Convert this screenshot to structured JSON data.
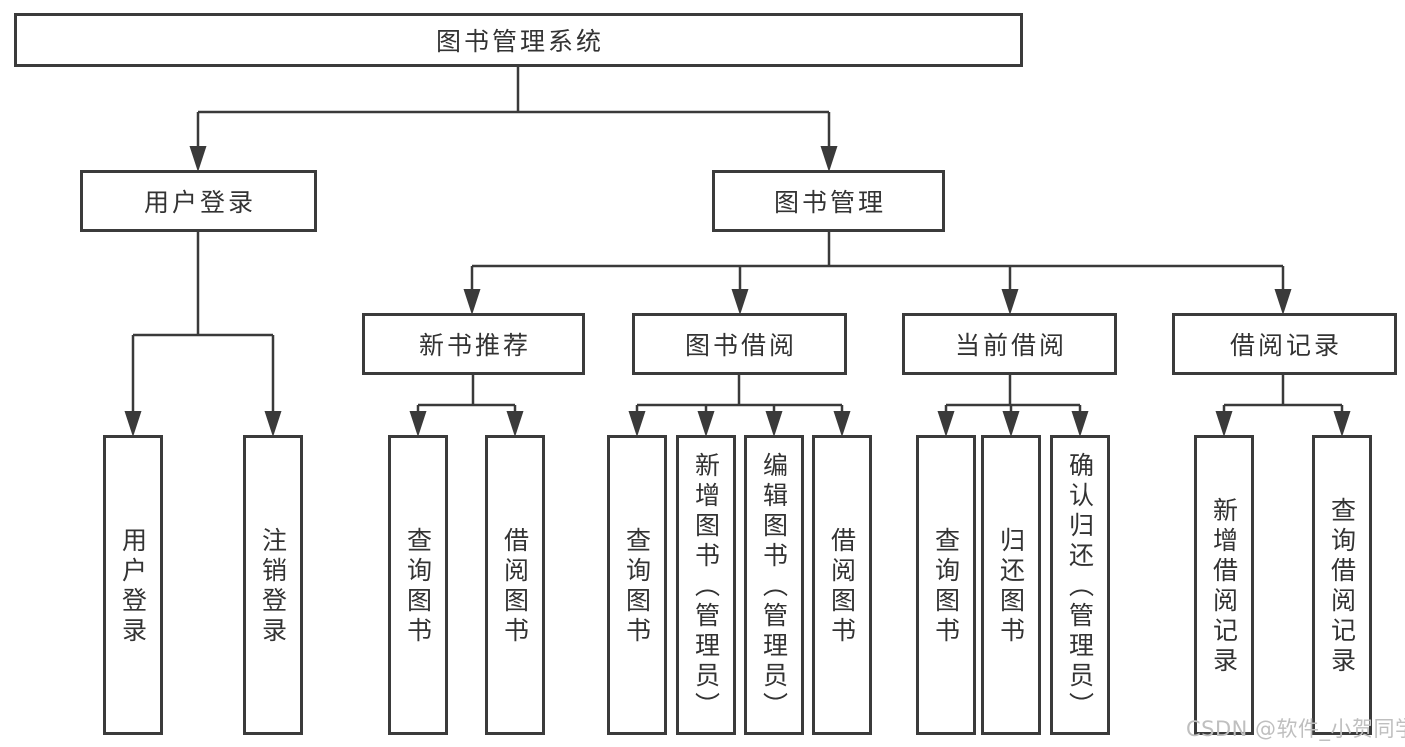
{
  "diagram": {
    "tree": {
      "label": "图书管理系统",
      "children": [
        {
          "label": "用户登录",
          "children": [
            {
              "label": "用户登录"
            },
            {
              "label": "注销登录"
            }
          ]
        },
        {
          "label": "图书管理",
          "children": [
            {
              "label": "新书推荐",
              "children": [
                {
                  "label": "查询图书"
                },
                {
                  "label": "借阅图书"
                }
              ]
            },
            {
              "label": "图书借阅",
              "children": [
                {
                  "label": "查询图书"
                },
                {
                  "label": "新增图书（管理员）"
                },
                {
                  "label": "编辑图书（管理员）"
                },
                {
                  "label": "借阅图书"
                }
              ]
            },
            {
              "label": "当前借阅",
              "children": [
                {
                  "label": "查询图书"
                },
                {
                  "label": "归还图书"
                },
                {
                  "label": "确认归还（管理员）"
                }
              ]
            },
            {
              "label": "借阅记录",
              "children": [
                {
                  "label": "新增借阅记录"
                },
                {
                  "label": "查询借阅记录"
                }
              ]
            }
          ]
        }
      ]
    },
    "colors": {
      "box_border": "#3b3b3b",
      "connector": "#3a3a3a",
      "text": "#333333",
      "background": "#ffffff",
      "watermark": "#bfbfbf"
    }
  },
  "watermark": {
    "text": "CSDN @软件_小贺同学"
  }
}
